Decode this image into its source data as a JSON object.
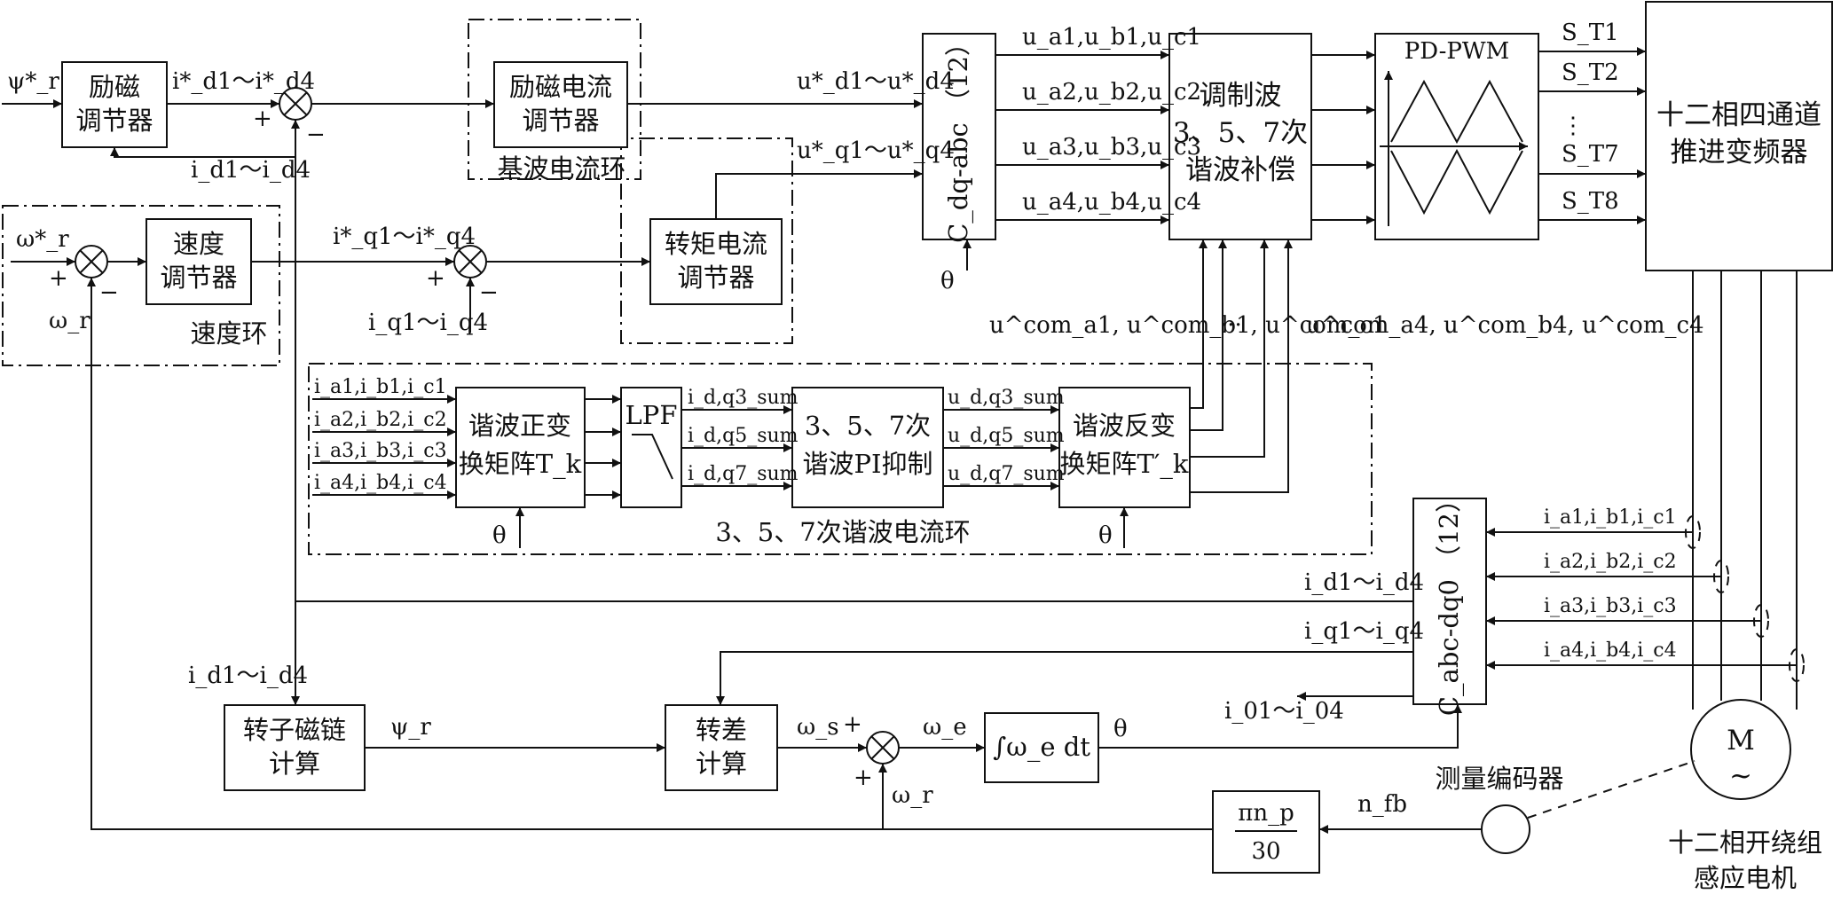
{
  "blocks": {
    "excitation_regulator": [
      "励磁",
      "调节器"
    ],
    "speed_regulator": [
      "速度",
      "调节器"
    ],
    "excitation_current_regulator": [
      "励磁电流",
      "调节器"
    ],
    "torque_current_regulator": [
      "转矩电流",
      "调节器"
    ],
    "cdq_abc": "C_dq-abc （12）",
    "modulation": [
      "调制波",
      "3、5、7次",
      "谐波补偿"
    ],
    "pdpwm": "PD-PWM",
    "inverter": [
      "十二相四通道",
      "推进变频器"
    ],
    "harmonic_forward": [
      "谐波正变",
      "换矩阵T_k"
    ],
    "lpf": "LPF",
    "pi_suppression": [
      "3、5、7次",
      "谐波PI抑制"
    ],
    "harmonic_inverse": [
      "谐波反变",
      "换矩阵T′_k"
    ],
    "cabc_dq0": "C_abc-dq0 （12）",
    "rotor_flux_calc": [
      "转子磁链",
      "计算"
    ],
    "slip_calc": [
      "转差",
      "计算"
    ],
    "integrator": "∫ω_e dt",
    "speed_gain": [
      "πn_p",
      "30"
    ],
    "motor": [
      "M",
      "~"
    ]
  },
  "loops": {
    "fundamental": "基波电流环",
    "speed": "速度环",
    "harmonic": "3、5、7次谐波电流环"
  },
  "signals": {
    "psi_ref": "ψ*_r",
    "id_ref": "i*_d1～i*_d4",
    "id_fb": "i_d1～i_d4",
    "omega_ref": "ω*_r",
    "omega_r": "ω_r",
    "iq_ref": "i*_q1～i*_q4",
    "iq_fb": "i_q1～i_q4",
    "ud_ref": "u*_d1～u*_d4",
    "uq_ref": "u*_q1～u*_q4",
    "theta": "θ",
    "u_abc": [
      "u_a1,u_b1,u_c1",
      "u_a2,u_b2,u_c2",
      "u_a3,u_b3,u_c3",
      "u_a4,u_b4,u_c4"
    ],
    "gate": [
      "S_T1",
      "S_T2",
      "⋮",
      "S_T7",
      "S_T8"
    ],
    "ucom1": "u^com_a1, u^com_b1, u^com_c1",
    "ucom4": "u^com_a4, u^com_b4, u^com_c4",
    "ellipsis": "···",
    "i_abc": [
      "i_a1,i_b1,i_c1",
      "i_a2,i_b2,i_c2",
      "i_a3,i_b3,i_c3",
      "i_a4,i_b4,i_c4"
    ],
    "idq_sum": [
      "i_d,q3_sum",
      "i_d,q5_sum",
      "i_d,q7_sum"
    ],
    "udq_sum": [
      "u_d,q3_sum",
      "u_d,q5_sum",
      "u_d,q7_sum"
    ],
    "i0": "i_01～i_04",
    "psi_r": "ψ_r",
    "omega_s": "ω_s",
    "omega_e": "ω_e",
    "n_fb": "n_fb",
    "plus": "+",
    "minus": "−"
  },
  "labels": {
    "encoder": "测量编码器",
    "motor_name": [
      "十二相开绕组",
      "感应电机"
    ]
  }
}
